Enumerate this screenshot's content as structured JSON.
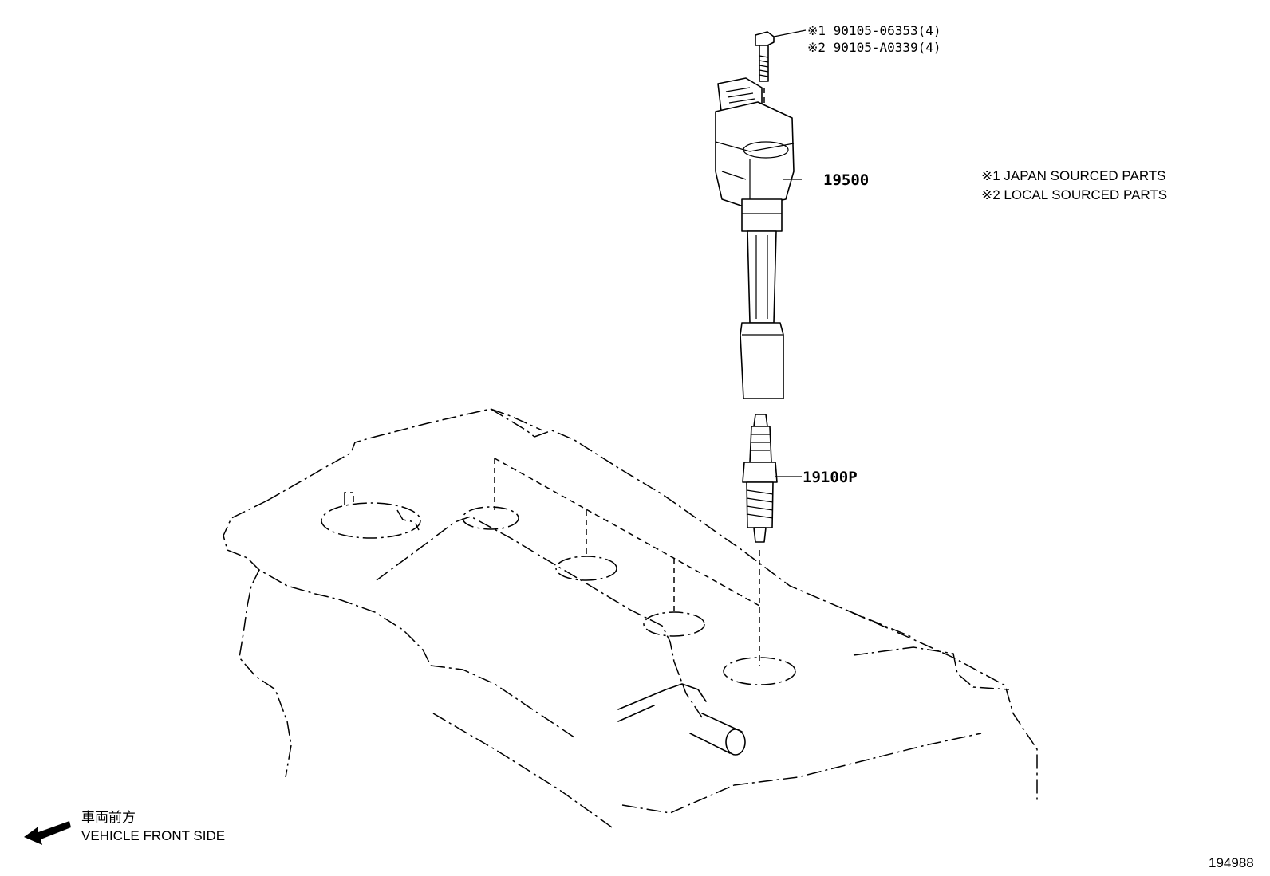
{
  "callouts": {
    "bolt_japan": "※1 90105-06353(4)",
    "bolt_local": "※2 90105-A0339(4)",
    "ignition_coil": "19500",
    "spark_plug": "19100P"
  },
  "notes": {
    "japan_sourced": "※1 JAPAN SOURCED PARTS",
    "local_sourced": "※2 LOCAL SOURCED PARTS"
  },
  "direction": {
    "label_jp": "車両前方",
    "label_en": "VEHICLE FRONT SIDE",
    "icon": "arrow-left-icon"
  },
  "illustration_number": "194988"
}
